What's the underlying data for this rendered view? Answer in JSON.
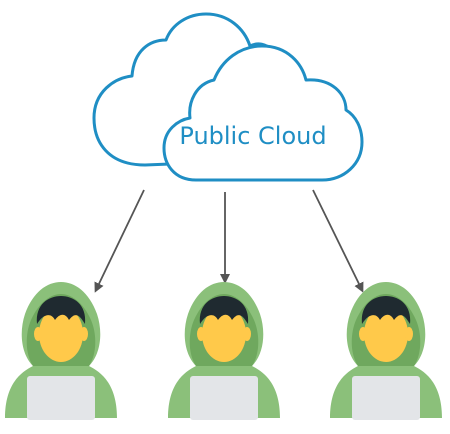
{
  "cloud": {
    "label": "Public Cloud",
    "stroke_color": "#1f8ec4",
    "label_color": "#1f8ec4"
  },
  "arrows": {
    "color": "#555555",
    "count": 3
  },
  "users": [
    {
      "name": "user-left",
      "icon": "hooded-user-with-laptop-icon"
    },
    {
      "name": "user-center",
      "icon": "hooded-user-with-laptop-icon"
    },
    {
      "name": "user-right",
      "icon": "hooded-user-with-laptop-icon"
    }
  ],
  "user_colors": {
    "hood": "#8bc07a",
    "hood_dark": "#6fa85e",
    "face": "#ffc94a",
    "hair": "#1f2a30",
    "laptop": "#e3e5e8"
  }
}
